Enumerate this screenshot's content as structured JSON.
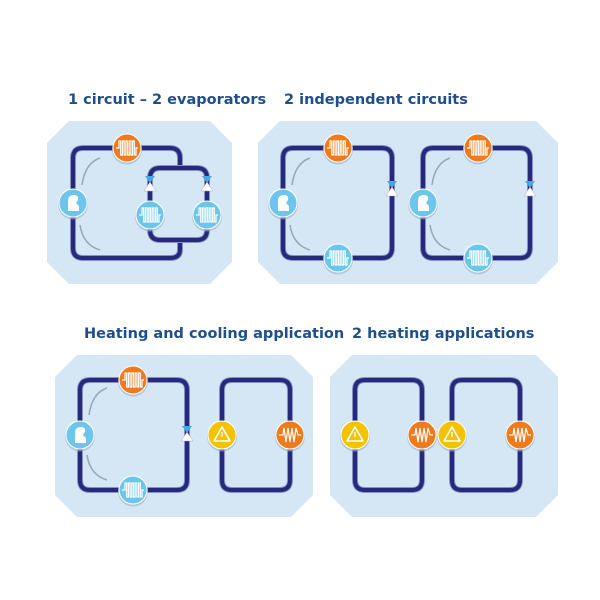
{
  "panels": [
    {
      "title": "1 circuit – 2 evaporators"
    },
    {
      "title": "2 independent circuits"
    },
    {
      "title": "Heating and cooling application"
    },
    {
      "title": "2 heating applications"
    }
  ],
  "colors": {
    "panel_bg": "#d5e7f5",
    "pipe": "#262a7a",
    "condenser_orange": "#f07a1c",
    "evaporator_blue": "#6cc6ec",
    "pump_yellow": "#f4c200",
    "title": "#1f4e8c"
  }
}
